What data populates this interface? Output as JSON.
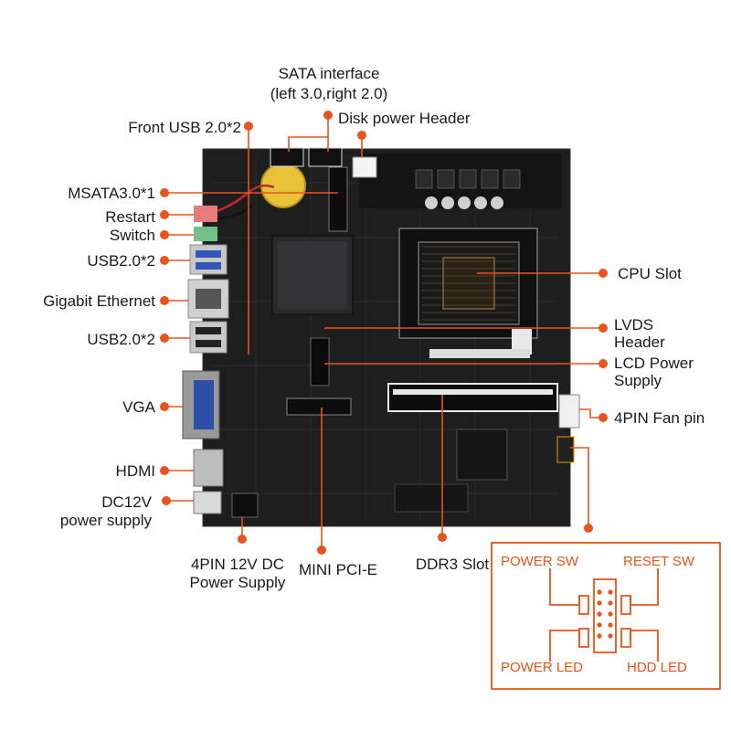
{
  "accent": "#e8541c",
  "labels": {
    "sata_line1": "SATA interface",
    "sata_line2": "(left 3.0,right 2.0)",
    "disk_power": "Disk power Header",
    "front_usb": "Front USB 2.0*2",
    "msata": "MSATA3.0*1",
    "restart": "Restart",
    "switch": "Switch",
    "usb_top": "USB2.0*2",
    "ethernet": "Gigabit Ethernet",
    "usb_bottom": "USB2.0*2",
    "vga": "VGA",
    "hdmi": "HDMI",
    "dc_line1": "DC12V",
    "dc_line2": "power supply",
    "pin12_line1": "4PIN 12V DC",
    "pin12_line2": "Power Supply",
    "minipcie": "MINI PCI-E",
    "ddr3": "DDR3 Slot",
    "cpu": "CPU Slot",
    "lvds_line1": "LVDS",
    "lvds_line2": "Header",
    "lcd_line1": "LCD Power",
    "lcd_line2": "Supply",
    "fan": "4PIN Fan pin"
  },
  "panel": {
    "power_sw": "POWER SW",
    "reset_sw": "RESET SW",
    "power_led": "POWER LED",
    "hdd_led": "HDD  LED"
  }
}
